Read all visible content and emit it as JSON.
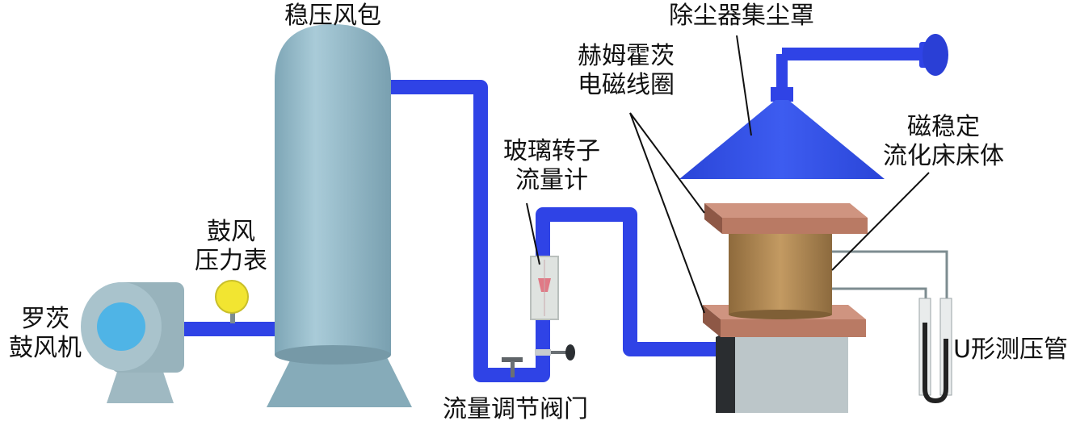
{
  "labels": {
    "blower": [
      "罗茨",
      "鼓风机"
    ],
    "pressure_gauge": [
      "鼓风",
      "压力表"
    ],
    "stabilizer_tank": "稳压风包",
    "flowmeter": [
      "玻璃转子",
      "流量计"
    ],
    "flow_valve": "流量调节阀门",
    "helmholtz_coil": [
      "赫姆霍茨",
      "电磁线圈"
    ],
    "dust_hood": "除尘器集尘罩",
    "fluidized_bed": [
      "磁稳定",
      "流化床床体"
    ],
    "u_tube": "U形测压管"
  },
  "colors": {
    "pipe": "#2f43e6",
    "hood": "#3450e8",
    "tank": "#8fb6c6",
    "blower_body": "#a9c3cc",
    "blower_center": "#4fb4e6",
    "gauge": "#f2e531",
    "coil_plate": "#b97a64",
    "bed_cylinder": "#b48952",
    "base_box": "#bcc6c9",
    "flowmeter_glass": "#dfe3e0",
    "flowmeter_float": "#e07a86",
    "u_tube_liquid": "#222222"
  }
}
